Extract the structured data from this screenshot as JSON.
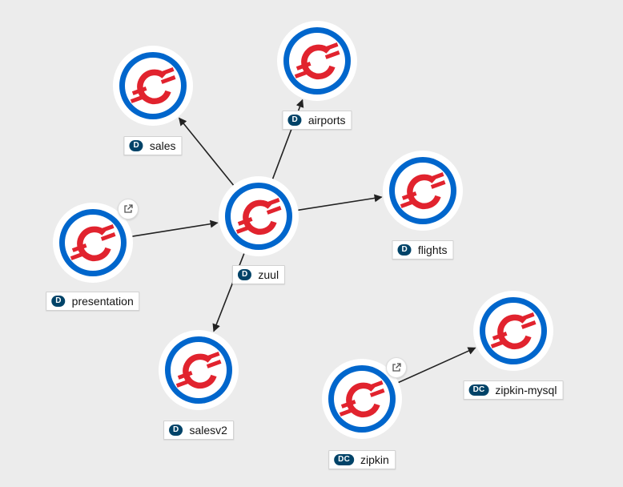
{
  "topology": {
    "colors": {
      "ring_outer": "#0066cc",
      "ring_inner": "#ffffff",
      "logo": "#e1232e",
      "badge_bg": "#004368",
      "edge": "#222222",
      "background": "#ececec"
    },
    "nodes": [
      {
        "id": "sales",
        "kind": "D",
        "label": "sales",
        "icon": "openshift-logo-icon"
      },
      {
        "id": "airports",
        "kind": "D",
        "label": "airports",
        "icon": "openshift-logo-icon"
      },
      {
        "id": "flights",
        "kind": "D",
        "label": "flights",
        "icon": "openshift-logo-icon"
      },
      {
        "id": "zuul",
        "kind": "D",
        "label": "zuul",
        "icon": "openshift-logo-icon"
      },
      {
        "id": "presentation",
        "kind": "D",
        "label": "presentation",
        "icon": "openshift-logo-icon",
        "external_link": "open-url-icon"
      },
      {
        "id": "salesv2",
        "kind": "D",
        "label": "salesv2",
        "icon": "openshift-logo-icon"
      },
      {
        "id": "zipkin",
        "kind": "DC",
        "label": "zipkin",
        "icon": "openshift-logo-icon",
        "external_link": "open-url-icon"
      },
      {
        "id": "zipkin-mysql",
        "kind": "DC",
        "label": "zipkin-mysql",
        "icon": "openshift-logo-icon"
      }
    ],
    "edges": [
      {
        "from": "zuul",
        "to": "sales"
      },
      {
        "from": "zuul",
        "to": "airports"
      },
      {
        "from": "zuul",
        "to": "flights"
      },
      {
        "from": "presentation",
        "to": "zuul"
      },
      {
        "from": "zuul",
        "to": "salesv2"
      },
      {
        "from": "zipkin",
        "to": "zipkin-mysql"
      }
    ]
  }
}
